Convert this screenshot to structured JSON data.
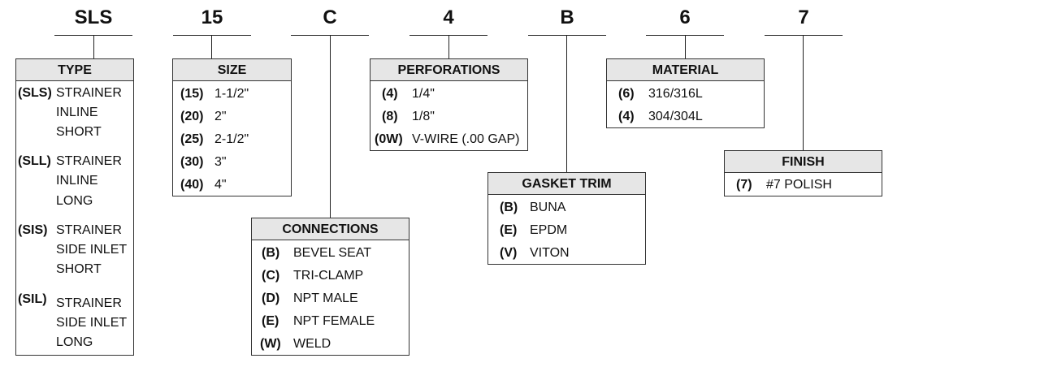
{
  "codes": [
    "SLS",
    "15",
    "C",
    "4",
    "B",
    "6",
    "7"
  ],
  "type": {
    "header": "TYPE",
    "items": [
      {
        "code": "(SLS)",
        "lines": [
          "STRAINER",
          "INLINE",
          "SHORT"
        ]
      },
      {
        "code": "(SLL)",
        "lines": [
          "STRAINER",
          "INLINE",
          "LONG"
        ]
      },
      {
        "code": "(SIS)",
        "lines": [
          "STRAINER",
          "SIDE INLET",
          "SHORT"
        ]
      },
      {
        "code": "(SIL)",
        "lines": [
          "STRAINER",
          "SIDE INLET",
          "LONG"
        ]
      }
    ]
  },
  "size": {
    "header": "SIZE",
    "items": [
      {
        "code": "(15)",
        "text": "1-1/2\""
      },
      {
        "code": "(20)",
        "text": "2\""
      },
      {
        "code": "(25)",
        "text": "2-1/2\""
      },
      {
        "code": "(30)",
        "text": "3\""
      },
      {
        "code": "(40)",
        "text": "4\""
      }
    ]
  },
  "connections": {
    "header": "CONNECTIONS",
    "items": [
      {
        "code": "(B)",
        "text": "BEVEL SEAT"
      },
      {
        "code": "(C)",
        "text": "TRI-CLAMP"
      },
      {
        "code": "(D)",
        "text": "NPT MALE"
      },
      {
        "code": "(E)",
        "text": "NPT FEMALE"
      },
      {
        "code": "(W)",
        "text": "WELD"
      }
    ]
  },
  "perforations": {
    "header": "PERFORATIONS",
    "items": [
      {
        "code": "(4)",
        "text": "1/4\""
      },
      {
        "code": "(8)",
        "text": "1/8\""
      },
      {
        "code": "(0W)",
        "text": "V-WIRE (.00 GAP)"
      }
    ]
  },
  "gasket": {
    "header": "GASKET TRIM",
    "items": [
      {
        "code": "(B)",
        "text": "BUNA"
      },
      {
        "code": "(E)",
        "text": "EPDM"
      },
      {
        "code": "(V)",
        "text": "VITON"
      }
    ]
  },
  "material": {
    "header": "MATERIAL",
    "items": [
      {
        "code": "(6)",
        "text": "316/316L"
      },
      {
        "code": "(4)",
        "text": "304/304L"
      }
    ]
  },
  "finish": {
    "header": "FINISH",
    "items": [
      {
        "code": "(7)",
        "text": "#7 POLISH"
      }
    ]
  }
}
